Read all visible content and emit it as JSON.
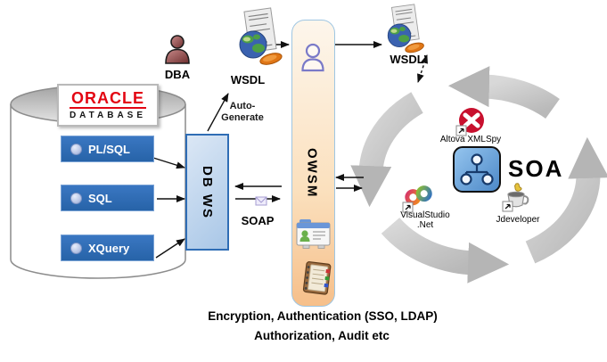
{
  "database": {
    "brand": "ORACLE",
    "product": "DATABASE",
    "layers": [
      {
        "label": "PL/SQL"
      },
      {
        "label": "SQL"
      },
      {
        "label": "XQuery"
      }
    ]
  },
  "dba_label": "DBA",
  "dbws_label": "DB WS",
  "wsdl_label": "WSDL",
  "wsdl_prime_label": "WSDL’",
  "autogen": {
    "line1": "Auto-",
    "line2": "Generate"
  },
  "soap_label": "SOAP",
  "owsm_label": "OWSM",
  "soa": {
    "label": "SOA",
    "tools": {
      "xmlspy": "Altova XMLSpy",
      "vs_line1": "VisualStudio",
      "vs_line2": ".Net",
      "jdev": "Jdeveloper"
    }
  },
  "footer": {
    "line1": "Encryption, Authentication (SSO, LDAP)",
    "line2": "Authorization, Audit etc"
  },
  "colors": {
    "oracle_red": "#e30613",
    "layer_blue": "#2b6cb4",
    "dbws_border": "#2f6db5",
    "owsm_top": "#fdf6ec",
    "owsm_bottom": "#f6bf8a",
    "soa_blue": "#4d89c8",
    "ring_gray": "#c3c3c3"
  }
}
